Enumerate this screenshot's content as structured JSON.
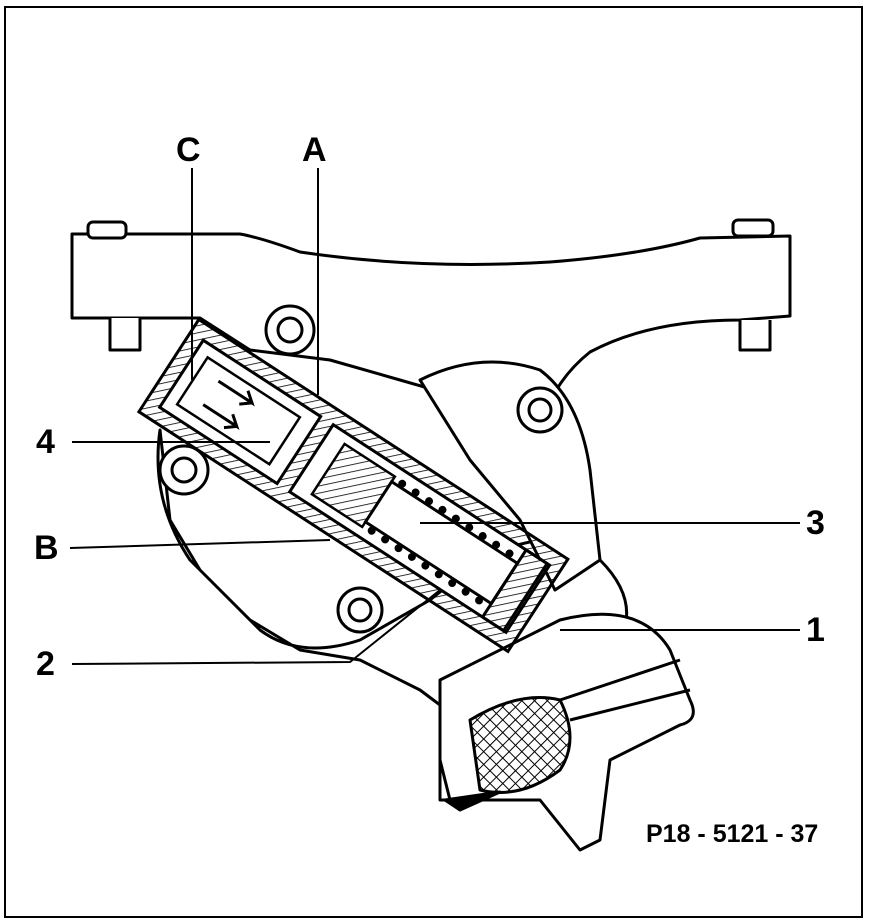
{
  "figure": {
    "reference_code": "P18 - 5121 - 37",
    "callouts": {
      "c": "C",
      "a": "A",
      "four": "4",
      "b": "B",
      "three": "3",
      "one": "1",
      "two": "2"
    }
  },
  "colors": {
    "ink": "#000000",
    "paper": "#ffffff"
  }
}
